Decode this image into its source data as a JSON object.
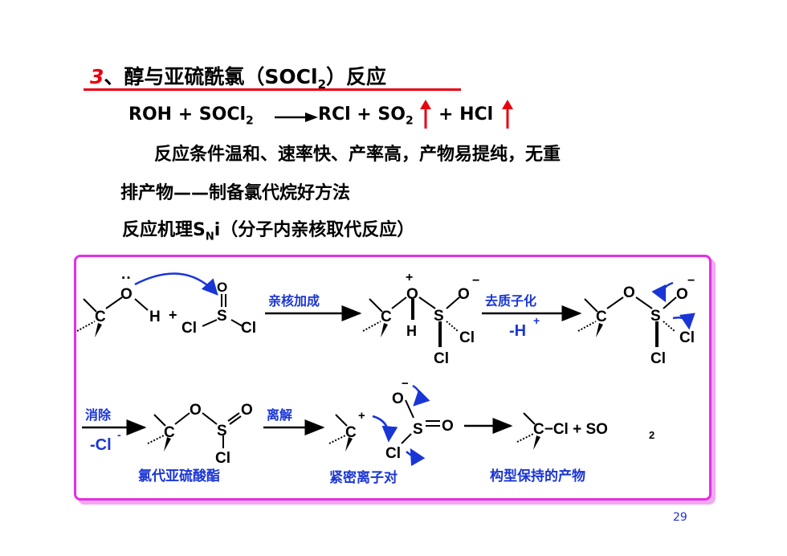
{
  "title": {
    "number": "3",
    "text": "、醇与亚硫酰氯（SOCl",
    "sub": "2",
    "tail": "）反应"
  },
  "equation": {
    "lhs": "ROH  + SOCl",
    "lhs_sub": "2",
    "rhs1": "RCl + SO",
    "rhs1_sub": "2",
    "rhs2": "+ HCl"
  },
  "description": {
    "line1": "反应条件温和、速率快、产率高，产物易提纯，无重",
    "line2": "排产物——制备氯代烷好方法",
    "mechanism_prefix": "反应机理S",
    "mechanism_sub": "N",
    "mechanism_suffix": "i（分子内亲核取代反应）"
  },
  "mechanism": {
    "step_labels": [
      "亲核加成",
      "去质子化",
      "消除",
      "离解"
    ],
    "step_minus_H": "-H",
    "step_minus_H_sup": "+",
    "step_minus_Cl": "-Cl",
    "step_minus_Cl_sup": "-",
    "captions": [
      "氯代亚硫酸酯",
      "紧密离子对",
      "构型保持的产物"
    ],
    "atoms": {
      "C": "C",
      "O": "O",
      "H": "H",
      "S": "S",
      "Cl": "Cl",
      "plus": "+",
      "minus": "−",
      "dots": "··"
    },
    "product_text": "C−Cl  +  SO",
    "product_sub": "2"
  },
  "colors": {
    "accent_red": "#e8000e",
    "label_blue": "#1a35d6",
    "arrow_blue": "#1a35d6",
    "box_magenta": "#e42ee6"
  },
  "page_number": "29"
}
